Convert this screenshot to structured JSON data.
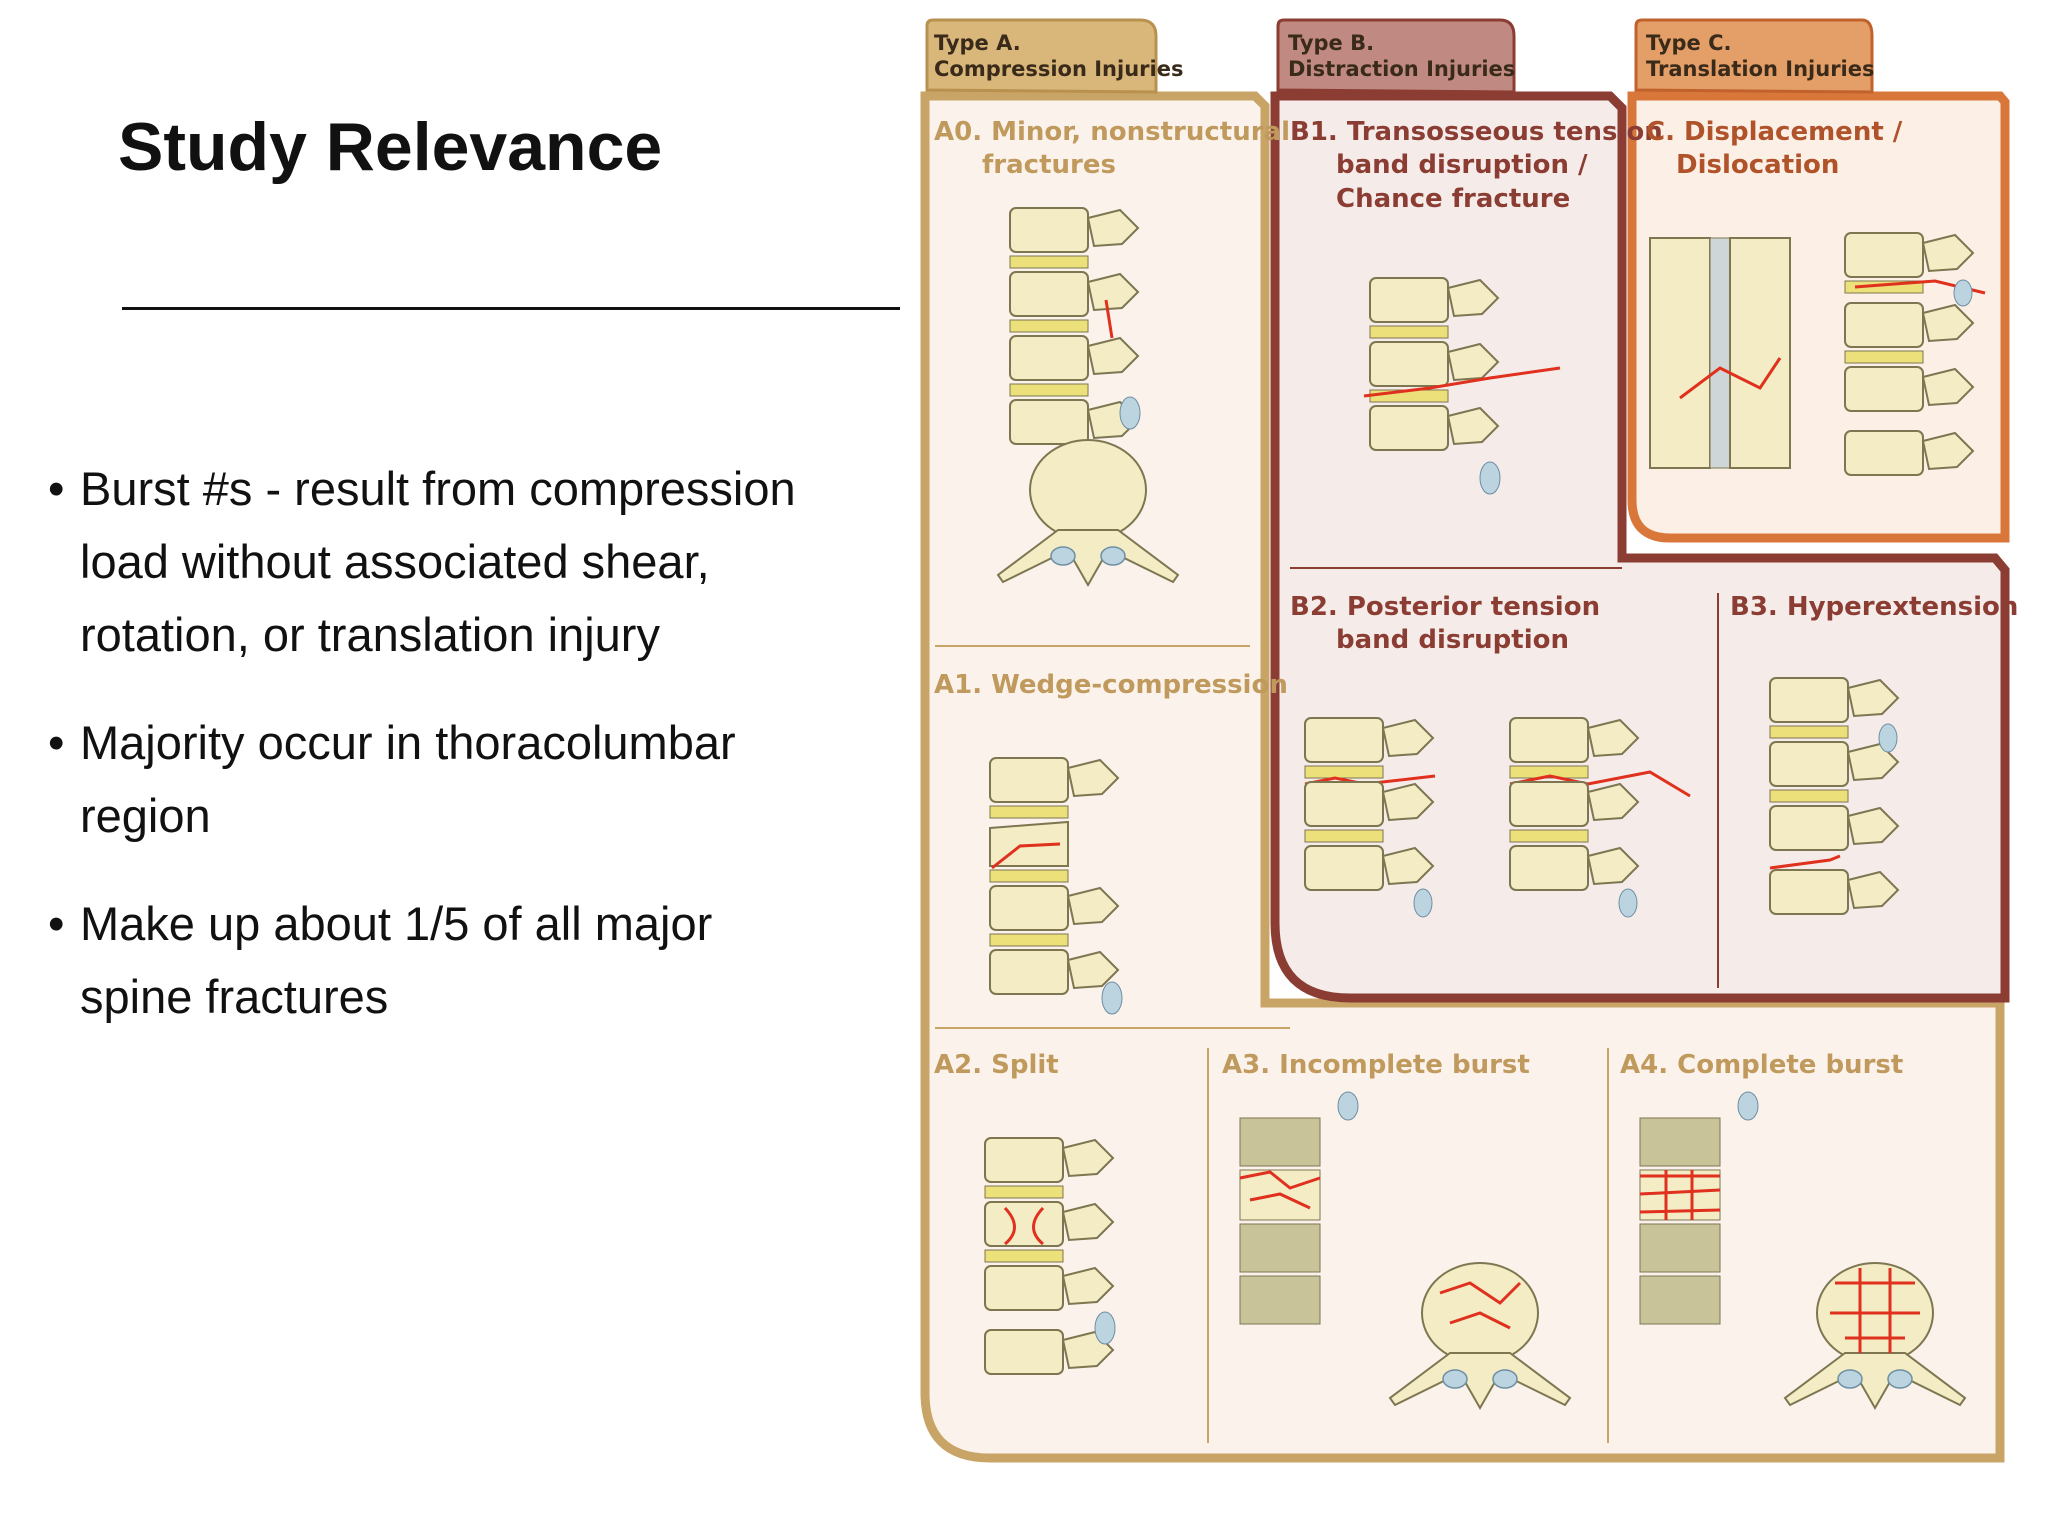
{
  "slide": {
    "title": "Study Relevance",
    "bullets": [
      {
        "lines": [
          "Burst #s - result from compression",
          "load without associated shear,",
          "rotation, or translation injury"
        ]
      },
      {
        "lines": [
          "Majority occur in thoracolumbar",
          "region"
        ]
      },
      {
        "lines": [
          "Make up about 1/5 of all major",
          "spine fractures"
        ]
      }
    ]
  },
  "figure": {
    "tabs": {
      "a": {
        "line1": "Type A.",
        "line2": "Compression Injuries"
      },
      "b": {
        "line1": "Type B.",
        "line2": "Distraction Injuries"
      },
      "c": {
        "line1": "Type C.",
        "line2": "Translation Injuries"
      }
    },
    "cells": {
      "a0": {
        "line1": "A0. Minor, nonstructural",
        "line2": "fractures"
      },
      "a1": {
        "line1": "A1. Wedge-compression"
      },
      "a2": {
        "line1": "A2. Split"
      },
      "a3": {
        "line1": "A3. Incomplete burst"
      },
      "a4": {
        "line1": "A4. Complete burst"
      },
      "b1": {
        "line1": "B1. Transosseous tension",
        "line2": "band disruption /",
        "line3": "Chance fracture"
      },
      "b2": {
        "line1": "B2. Posterior tension",
        "line2": "band disruption"
      },
      "b3": {
        "line1": "B3. Hyperextension"
      },
      "c": {
        "line1": "C. Displacement /",
        "line2": "Dislocation"
      }
    },
    "colors": {
      "type_a": "#c9a467",
      "type_b": "#8c3d33",
      "type_c": "#d9773a",
      "bone": "#f3ecc4",
      "fracture": "#e0301e",
      "disc": "#bcd3e0"
    }
  }
}
